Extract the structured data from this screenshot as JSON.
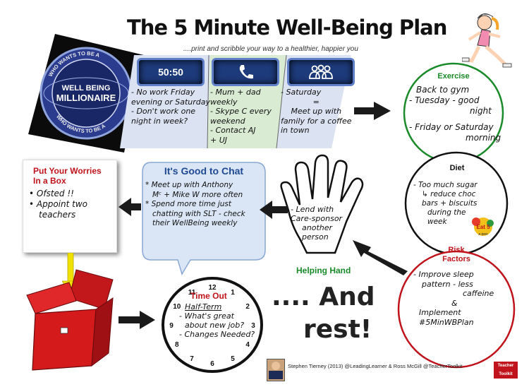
{
  "header": {
    "title": "The 5 Minute Well-Being Plan",
    "subtitle": "....print and scribble your way to a healthier, happier you"
  },
  "millionaire_logo": {
    "top_ring": "WHO WANTS TO BE A",
    "main": [
      "WELL BEING",
      "MILLIONAIRE"
    ],
    "bottom_ring": "WHO WANTS TO BE A"
  },
  "lifelines": [
    {
      "label": "50:50",
      "icon": "fifty-fifty",
      "notes": [
        "- No work Friday",
        "evening or Saturday",
        "- Don't work one",
        "night in week?"
      ]
    },
    {
      "label": "",
      "icon": "phone-icon",
      "notes": [
        "- Mum + dad",
        "weekly",
        "- Skype C every",
        "weekend",
        "- Contact AJ",
        "+ UJ"
      ]
    },
    {
      "label": "",
      "icon": "people-icon",
      "notes": [
        "- Saturday",
        "=",
        "Meet up with",
        "family for a coffee",
        "in town"
      ]
    }
  ],
  "exercise": {
    "title": "Exercise",
    "color": "#1a8a2a",
    "notes": [
      "Back to gym",
      "- Tuesday - good",
      "night",
      "- Friday or Saturday",
      "morning"
    ]
  },
  "diet": {
    "title": "Diet",
    "notes": [
      "- Too much sugar",
      "↳ reduce choc",
      "bars + biscuits",
      "during the",
      "week"
    ],
    "badge": [
      "Eat 5",
      "A DAY"
    ]
  },
  "risk": {
    "title": [
      "Risk",
      "Factors"
    ],
    "color": "#c0131b",
    "notes": [
      "- Improve sleep",
      "pattern - less",
      "caffeine",
      "&",
      "Implement",
      "#5MinWBPlan"
    ]
  },
  "hand": {
    "label": "Helping Hand",
    "notes": [
      "- Lend with",
      "Care-sponsor",
      "another",
      "person"
    ]
  },
  "chat": {
    "title": "It's Good to Chat",
    "notes": [
      "* Meet up with Anthony",
      "Mᶜ + Mike W more often",
      "",
      "* Spend more time just",
      "chatting with SLT - check",
      "their WellBeing weekly"
    ]
  },
  "worries": {
    "title": [
      "Put Your Worries",
      "In a Box"
    ],
    "notes": [
      "• Ofsted !!",
      "• Appoint two",
      "teachers"
    ]
  },
  "timeout": {
    "title": "Time Out",
    "numbers": [
      "12",
      "1",
      "2",
      "3",
      "4",
      "5",
      "6",
      "7",
      "8",
      "9",
      "10",
      "11"
    ],
    "notes": [
      "Half-Term",
      "- What's great",
      "about new job?",
      "- Changes Needed?"
    ]
  },
  "rest": {
    "line1": ".... And",
    "line2": "rest!"
  },
  "footer": {
    "credit": "Stephen Tierney (2013) @LeadingLearner & Ross McGill @TeacherToolkit",
    "badge": "Teacher Toolkit"
  },
  "colors": {
    "exercise_green": "#1a8a2a",
    "risk_red": "#c0131b",
    "chat_blue": "#1f4a93",
    "arrow": "#1a1a1a",
    "box_red": "#d41a1a",
    "lifeline_blue": "#1d3a7a"
  }
}
